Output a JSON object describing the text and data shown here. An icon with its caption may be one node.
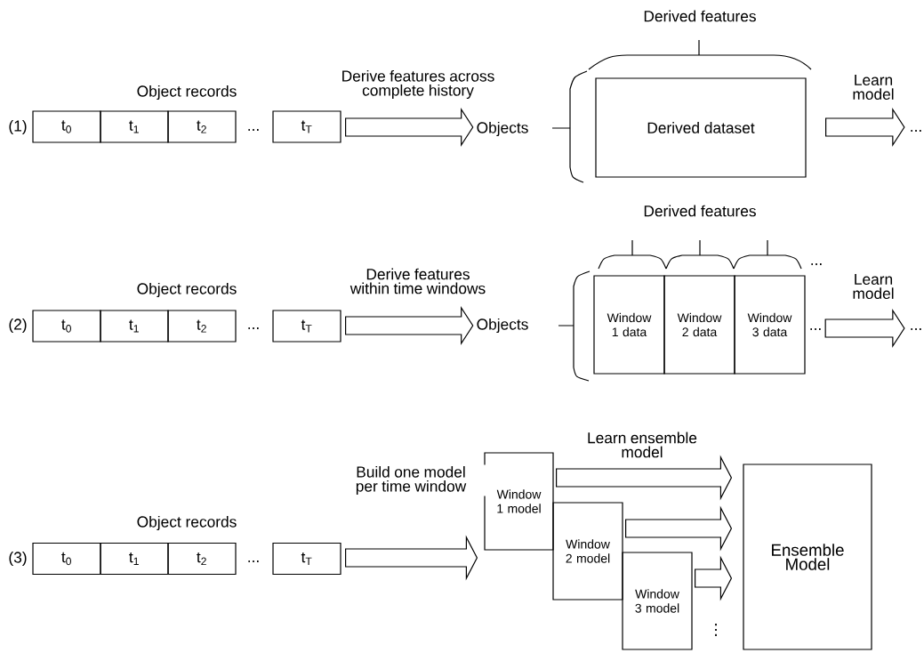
{
  "diagram": {
    "nodes": [
      {
        "text": [
          "t$_{0}$"
        ]
      },
      {
        "text": [
          "t$_{1}$"
        ]
      },
      {
        "text": [
          "t$_{2}$"
        ]
      },
      {
        "text": [
          "t$_{T}$"
        ]
      },
      {
        "text": [
          "Objects"
        ]
      },
      {
        "text": [
          "Derived dataset"
        ]
      },
      {
        "text": [
          "..."
        ]
      },
      {
        "text": [
          "t$_{0}$"
        ]
      },
      {
        "text": [
          "t$_{1}$"
        ]
      },
      {
        "text": [
          "t$_{2}$"
        ]
      },
      {
        "text": [
          "t$_{T}$"
        ]
      },
      {
        "text": [
          "Objects"
        ]
      },
      {
        "text": [
          "Window 1 data"
        ]
      },
      {
        "text": [
          "Window 2 data"
        ]
      },
      {
        "text": [
          "Window 3 data"
        ]
      },
      {
        "text": [
          "..."
        ]
      },
      {
        "text": [
          "..."
        ]
      },
      {
        "text": [
          "t$_{0}$"
        ]
      },
      {
        "text": [
          "t$_{1}$"
        ]
      },
      {
        "text": [
          "t$_{2}$"
        ]
      },
      {
        "text": [
          "t$_{T}$"
        ]
      },
      {
        "text": [
          "Window 1 model"
        ]
      },
      {
        "text": [
          "Window 2 model"
        ]
      },
      {
        "text": [
          "Window 3 model"
        ]
      },
      {
        "text": [
          "Ensemble Model"
        ]
      }
    ],
    "edges": [
      {
        "from": 3,
        "to": 4,
        "arrow": "to",
        "label": "Derive features across complete history"
      },
      {
        "from": 5,
        "to": 6,
        "arrow": "to",
        "label": "Learn model"
      },
      {
        "from": 10,
        "to": 11,
        "arrow": "to",
        "label": "Derive features within time windows"
      },
      {
        "from": 15,
        "to": 16,
        "arrow": "to",
        "label": "Learn model"
      },
      {
        "from": 20,
        "to": 21,
        "arrow": "to",
        "label": "Build one model per time window"
      },
      {
        "from": 21,
        "to": 24,
        "arrow": "to",
        "label": "Learn ensemble model"
      },
      {
        "from": 22,
        "to": 24,
        "arrow": "to"
      },
      {
        "from": 23,
        "to": 24,
        "arrow": "to"
      }
    ],
    "labels": [
      "Derived features",
      "Object records",
      "(1)",
      "...",
      "Derived features",
      "...",
      "Object records",
      "(2)",
      "...",
      "Object records",
      "(3)",
      "...",
      "⋮"
    ]
  }
}
